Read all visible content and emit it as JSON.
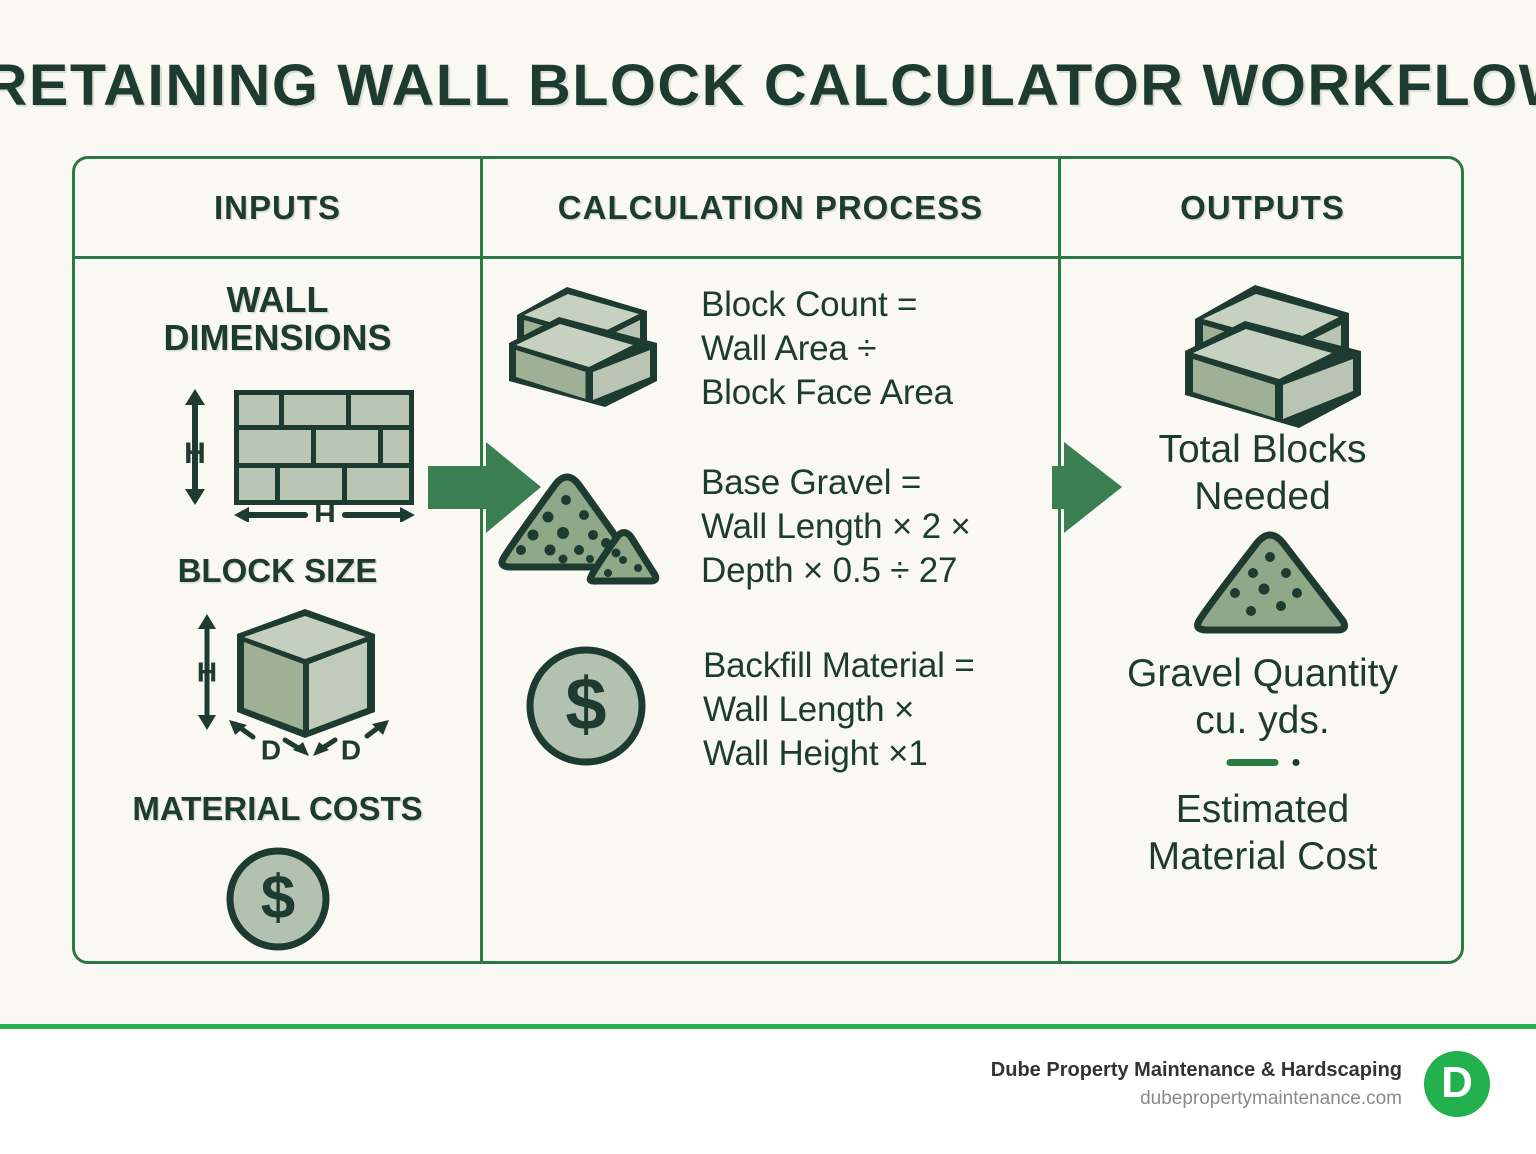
{
  "title": "RETAINING WALL BLOCK CALCULATOR WORKFLOW",
  "columns": {
    "inputs": {
      "header": "INPUTS",
      "items": [
        {
          "label_line1": "WALL",
          "label_line2": "DIMENSIONS",
          "icon": "brick-wall-icon",
          "dim_height": "H",
          "dim_width": "H"
        },
        {
          "label_line1": "BLOCK SIZE",
          "icon": "cube-icon",
          "dim_height": "H",
          "dim_depth_left": "D",
          "dim_depth_right": "D"
        },
        {
          "label_line1": "MATERIAL COSTS",
          "icon": "dollar-coin-icon"
        }
      ]
    },
    "process": {
      "header": "CALCULATION PROCESS",
      "formulas": [
        {
          "icon": "block-stack-icon",
          "line1": "Block Count =",
          "line2": "Wall Area ÷",
          "line3": "Block Face Area"
        },
        {
          "icon": "gravel-pile-icon",
          "line1": "Base Gravel =",
          "line2": "Wall Length × 2 ×",
          "line3": "Depth × 0.5 ÷ 27"
        },
        {
          "icon": "dollar-coin-icon",
          "line1": "Backfill Material =",
          "line2": "Wall Length ×",
          "line3": "Wall Height ×1"
        }
      ],
      "total_label": "Estimated Material Cost"
    },
    "outputs": {
      "header": "OUTPUTS",
      "items": [
        {
          "icon": "block-stack-icon",
          "line1": "Total Blocks",
          "line2": "Needed"
        },
        {
          "icon": "gravel-pile-icon",
          "line1": "Gravel Quantity",
          "line2": "cu. yds."
        },
        {
          "line1": "Estimated",
          "line2": "Material Cost"
        }
      ]
    }
  },
  "connectors": [
    {
      "name": "arrow-inputs-to-process"
    },
    {
      "name": "arrow-process-to-outputs"
    }
  ],
  "footer": {
    "company": "Dube Property Maintenance & Hardscaping",
    "website": "dubepropertymaintenance.com",
    "logo_letter": "D"
  },
  "colors": {
    "background": "#faf8f2",
    "frame_green": "#2b7a46",
    "dark_green": "#1d3b31",
    "sage": "#b3c2b0",
    "arrow_green": "#3a7f51",
    "brand_green": "#22b14c"
  }
}
